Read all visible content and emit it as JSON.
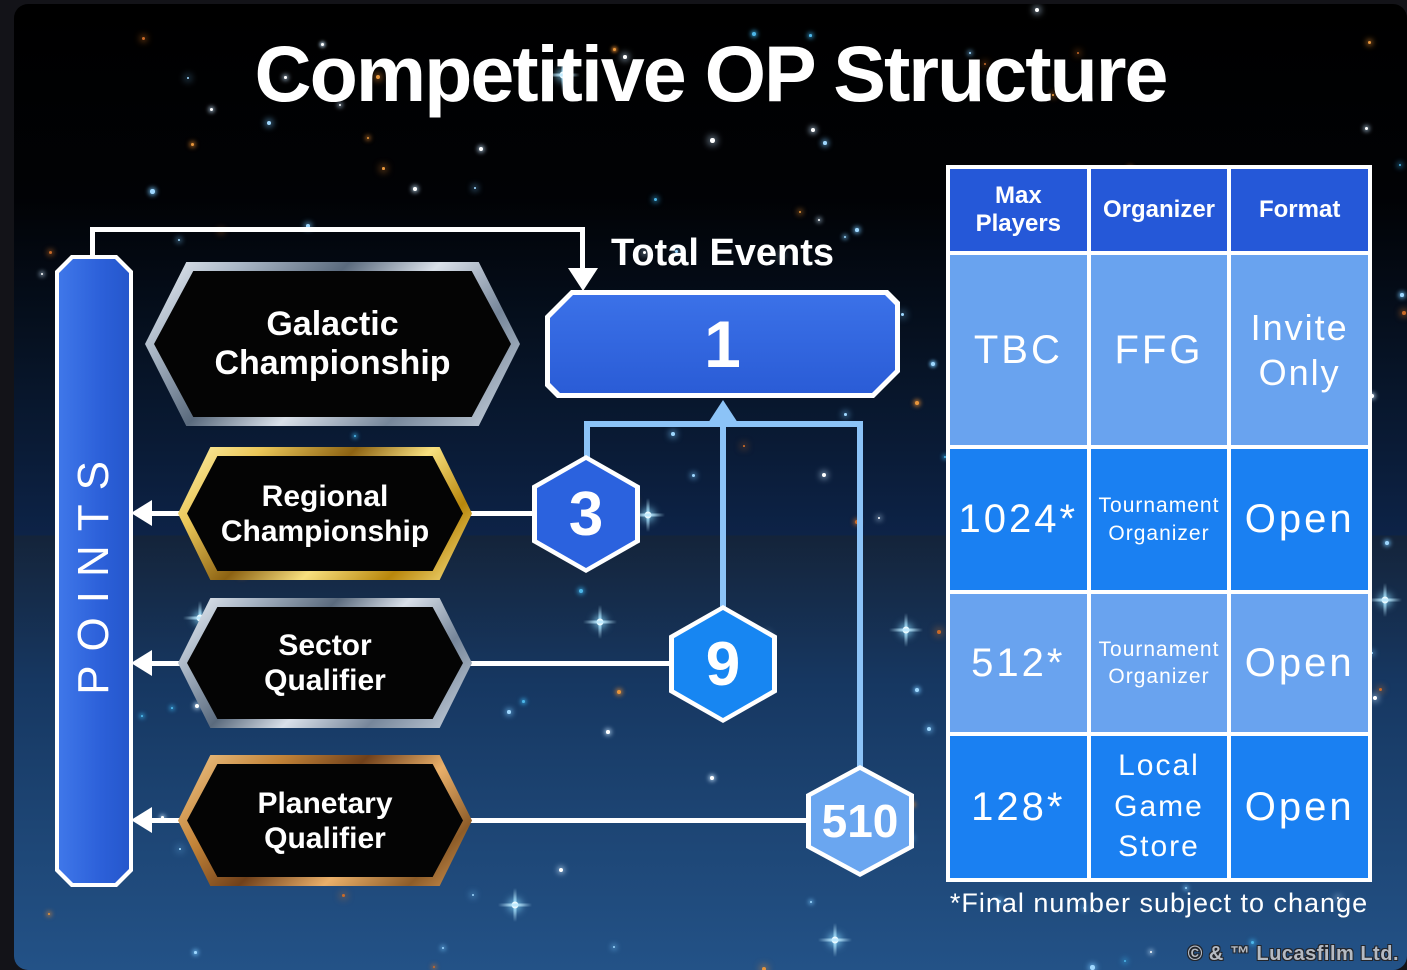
{
  "title": "Competitive OP Structure",
  "points_label": "POINTS",
  "total_events": {
    "label": "Total Events",
    "value": "1"
  },
  "tiers": [
    {
      "line1": "Galactic",
      "line2": "Championship",
      "metal": "silver"
    },
    {
      "line1": "Regional",
      "line2": "Championship",
      "metal": "gold",
      "events": "3"
    },
    {
      "line1": "Sector",
      "line2": "Qualifier",
      "metal": "silver",
      "events": "9"
    },
    {
      "line1": "Planetary",
      "line2": "Qualifier",
      "metal": "bronze",
      "events": "510"
    }
  ],
  "table": {
    "headers": [
      "Max Players",
      "Organizer",
      "Format"
    ],
    "rows": [
      [
        "TBC",
        "FFG",
        "Invite Only"
      ],
      [
        "1024*",
        "Tournament Organizer",
        "Open"
      ],
      [
        "512*",
        "Tournament Organizer",
        "Open"
      ],
      [
        "128*",
        "Local Game Store",
        "Open"
      ]
    ]
  },
  "footnote": "*Final number subject to change",
  "copyright": "© & ™ Lucasfilm Ltd.",
  "colors": {
    "royal_blue": "#2b62de",
    "bright_blue": "#1786f2",
    "light_blue": "#69a3ef",
    "header_blue": "#2558d8",
    "connector_blue": "#8cc3f7",
    "background_bottom": "#235287"
  }
}
